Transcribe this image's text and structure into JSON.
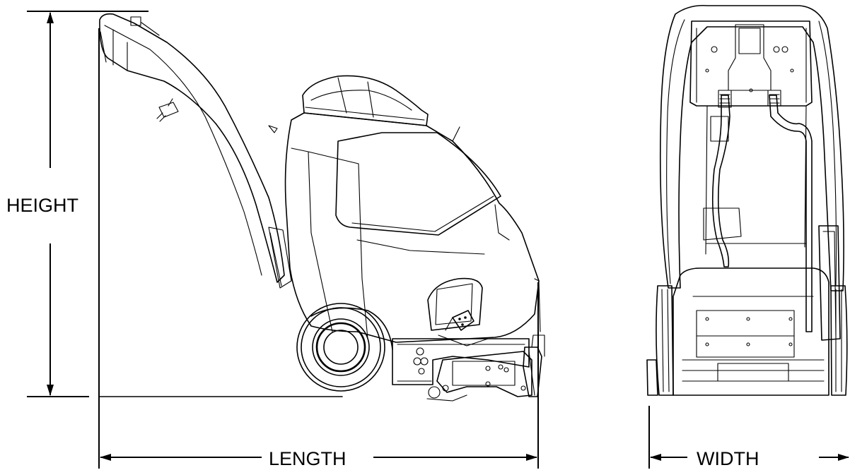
{
  "dimensions": {
    "height_label": "HEIGHT",
    "length_label": "LENGTH",
    "width_label": "WIDTH"
  }
}
